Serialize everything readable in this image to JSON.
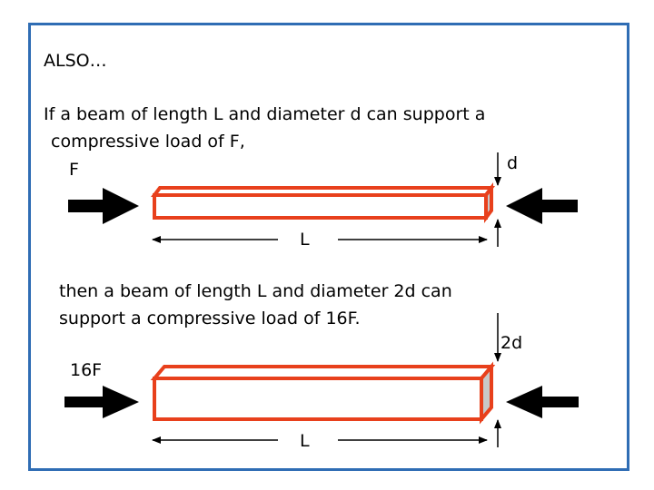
{
  "slide": {
    "heading": "ALSO…",
    "statement_line1": "If  a beam of length L and diameter d can support a",
    "statement_line2": "compressive load of F,",
    "conclusion_line1": "then a beam of length L and diameter 2d can",
    "conclusion_line2": "support a compressive load of 16F."
  },
  "beam1": {
    "force_label": "F",
    "length_label": "L",
    "diameter_label": "d"
  },
  "beam2": {
    "force_label": "16F",
    "length_label": "L",
    "diameter_label": "2d"
  },
  "colors": {
    "frame": "#2f6db4",
    "beam_stroke": "#e8401c",
    "beam_fill": "#ffffff",
    "beam_end": "#c8c8c8",
    "arrow": "#000000"
  }
}
